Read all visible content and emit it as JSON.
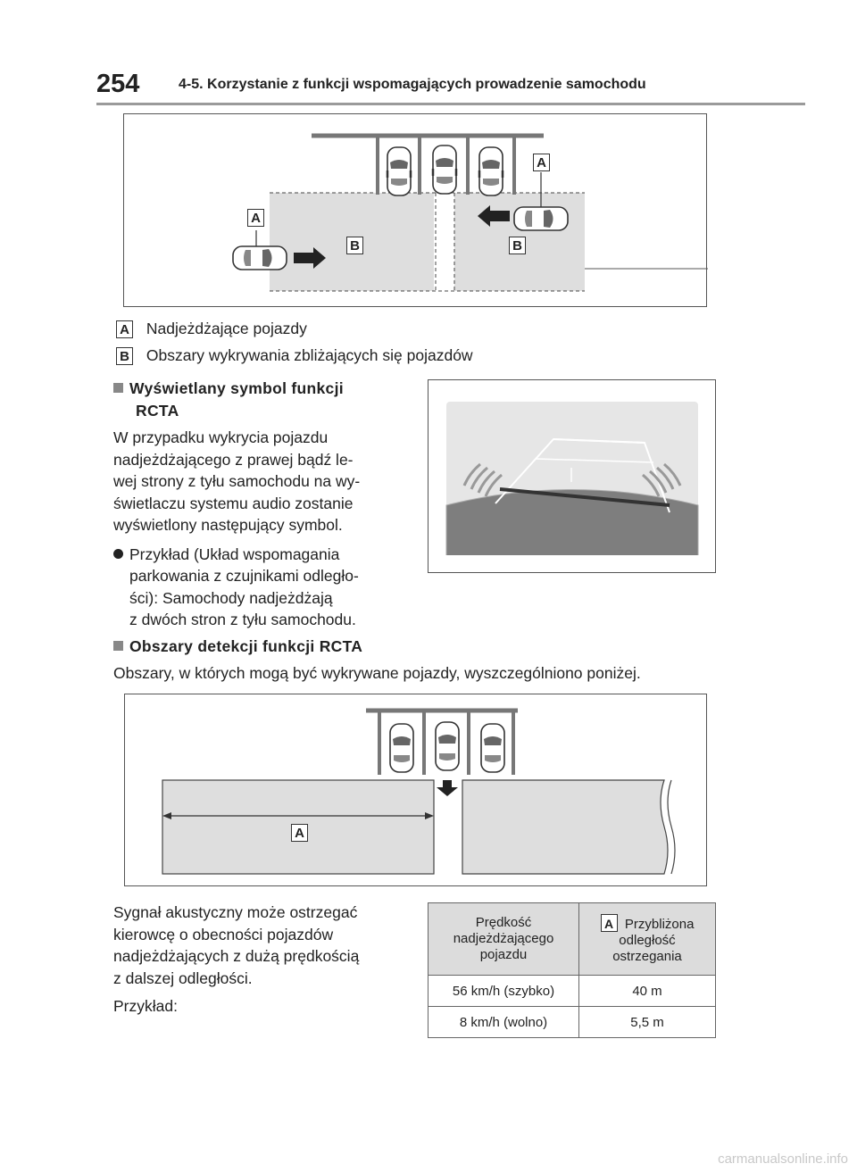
{
  "header": {
    "page_number": "254",
    "chapter_title": "4-5. Korzystanie z funkcji wspomagających prowadzenie samochodu"
  },
  "figure1": {
    "label_a": "A",
    "label_b": "B"
  },
  "legend": [
    {
      "badge": "A",
      "text": "Nadjeżdżające pojazdy"
    },
    {
      "badge": "B",
      "text": "Obszary wykrywania zbliżających się pojazdów"
    }
  ],
  "section1": {
    "heading_line1": "Wyświetlany symbol funkcji",
    "heading_line2": "RCTA",
    "paragraph": [
      "W przypadku wykrycia pojazdu",
      "nadjeżdżającego z prawej bądź le-",
      "wej strony z tyłu samochodu na wy-",
      "świetlaczu systemu audio zostanie",
      "wyświetlony następujący symbol."
    ],
    "bullet": [
      "Przykład (Układ wspomagania",
      "parkowania z czujnikami odległo-",
      "ści): Samochody nadjeżdżają",
      "z dwóch stron z tyłu samochodu."
    ]
  },
  "section2": {
    "heading": "Obszary detekcji funkcji RCTA",
    "paragraph": "Obszary, w których mogą być wykrywane pojazdy, wyszczególniono poniżej."
  },
  "figure3": {
    "label_a": "A"
  },
  "section3": {
    "paragraph": [
      "Sygnał akustyczny może ostrzegać",
      "kierowcę o obecności pojazdów",
      "nadjeżdżających z dużą prędkością",
      "z dalszej odległości."
    ],
    "example": "Przykład:"
  },
  "table": {
    "col1_header": [
      "Prędkość",
      "nadjeżdżającego",
      "pojazdu"
    ],
    "col2_badge": "A",
    "col2_header": [
      "Przybliżona",
      "odległość",
      "ostrzegania"
    ],
    "rows": [
      {
        "speed": "56 km/h (szybko)",
        "distance": "40 m"
      },
      {
        "speed": "8 km/h (wolno)",
        "distance": "5,5 m"
      }
    ]
  },
  "watermark": "carmanualsonline.info"
}
